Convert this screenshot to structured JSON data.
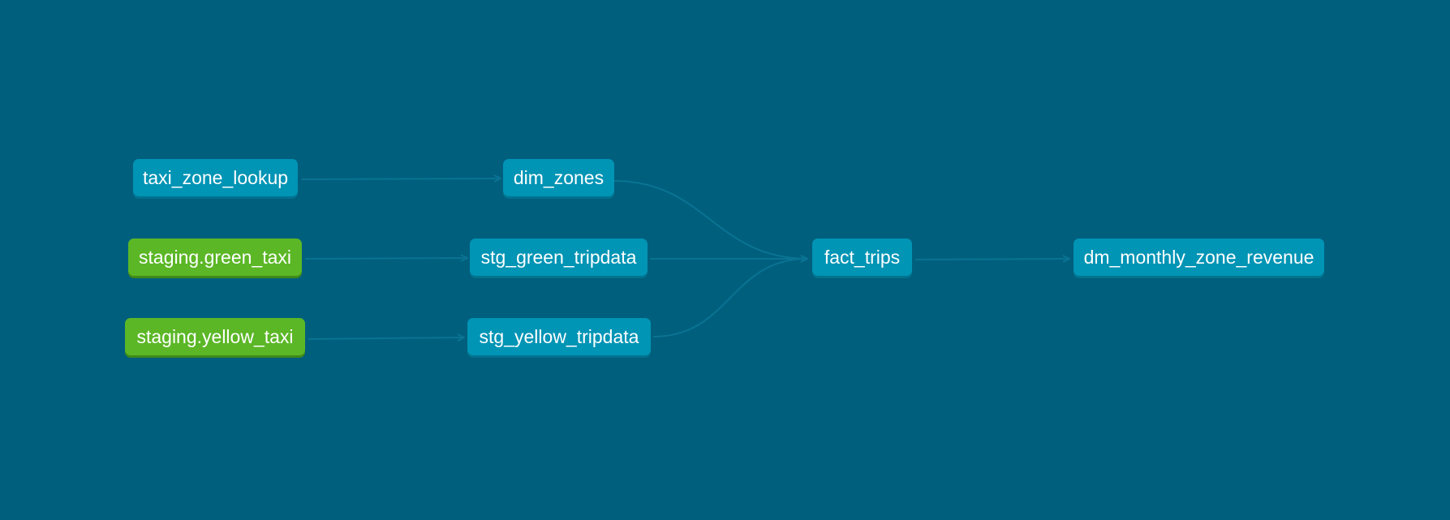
{
  "colors": {
    "background": "#005f7d",
    "model_node": "#0094b5",
    "source_node": "#5bb726",
    "edge": "#0a7393"
  },
  "nodes": {
    "taxi_zone_lookup": {
      "label": "taxi_zone_lookup",
      "kind": "model"
    },
    "staging_green_taxi": {
      "label": "staging.green_taxi",
      "kind": "source"
    },
    "staging_yellow_taxi": {
      "label": "staging.yellow_taxi",
      "kind": "source"
    },
    "dim_zones": {
      "label": "dim_zones",
      "kind": "model"
    },
    "stg_green_tripdata": {
      "label": "stg_green_tripdata",
      "kind": "model"
    },
    "stg_yellow_tripdata": {
      "label": "stg_yellow_tripdata",
      "kind": "model"
    },
    "fact_trips": {
      "label": "fact_trips",
      "kind": "model"
    },
    "dm_monthly_zone_revenue": {
      "label": "dm_monthly_zone_revenue",
      "kind": "model"
    }
  },
  "edges": [
    {
      "from": "taxi_zone_lookup",
      "to": "dim_zones"
    },
    {
      "from": "staging_green_taxi",
      "to": "stg_green_tripdata"
    },
    {
      "from": "staging_yellow_taxi",
      "to": "stg_yellow_tripdata"
    },
    {
      "from": "dim_zones",
      "to": "fact_trips"
    },
    {
      "from": "stg_green_tripdata",
      "to": "fact_trips"
    },
    {
      "from": "stg_yellow_tripdata",
      "to": "fact_trips"
    },
    {
      "from": "fact_trips",
      "to": "dm_monthly_zone_revenue"
    }
  ]
}
